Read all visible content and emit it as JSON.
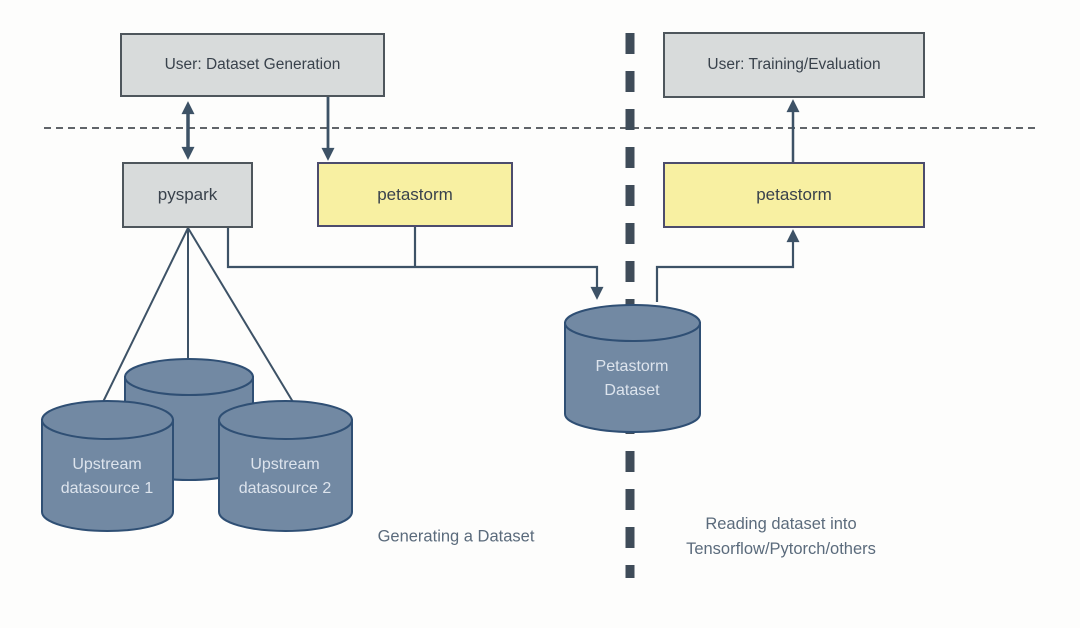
{
  "diagram": {
    "type": "flow-diagram",
    "subject": "Petastorm dataset generation and reading",
    "colors": {
      "background": "#fdfdfc",
      "gray_box_fill": "#d8dbdb",
      "gray_box_border": "#4e565c",
      "yellow_box_fill": "#f8f0a2",
      "yellow_box_border": "#4c4c6d",
      "cylinder_fill": "#7289a3",
      "cylinder_stroke": "#2f4f74",
      "cylinder_text": "#dde4ed",
      "connector": "#3d5266",
      "divider_dash": "#3f4c59",
      "boundary_dash": "#4a4f54",
      "caption_text": "#5b6b7c",
      "node_text": "#39424c"
    },
    "nodes": {
      "user_generation": "User: Dataset Generation",
      "user_training": "User: Training/Evaluation",
      "pyspark": "pyspark",
      "petastorm_generate": "petastorm",
      "petastorm_read": "petastorm"
    },
    "datastores": {
      "upstream_1_line1": "Upstream",
      "upstream_1_line2": "datasource 1",
      "upstream_2_line1": "Upstream",
      "upstream_2_line2": "datasource 2",
      "petastorm_dataset_line1": "Petastorm",
      "petastorm_dataset_line2": "Dataset"
    },
    "captions": {
      "left": "Generating a Dataset",
      "right_line1": "Reading dataset into",
      "right_line2": "Tensorflow/Pytorch/others"
    }
  }
}
